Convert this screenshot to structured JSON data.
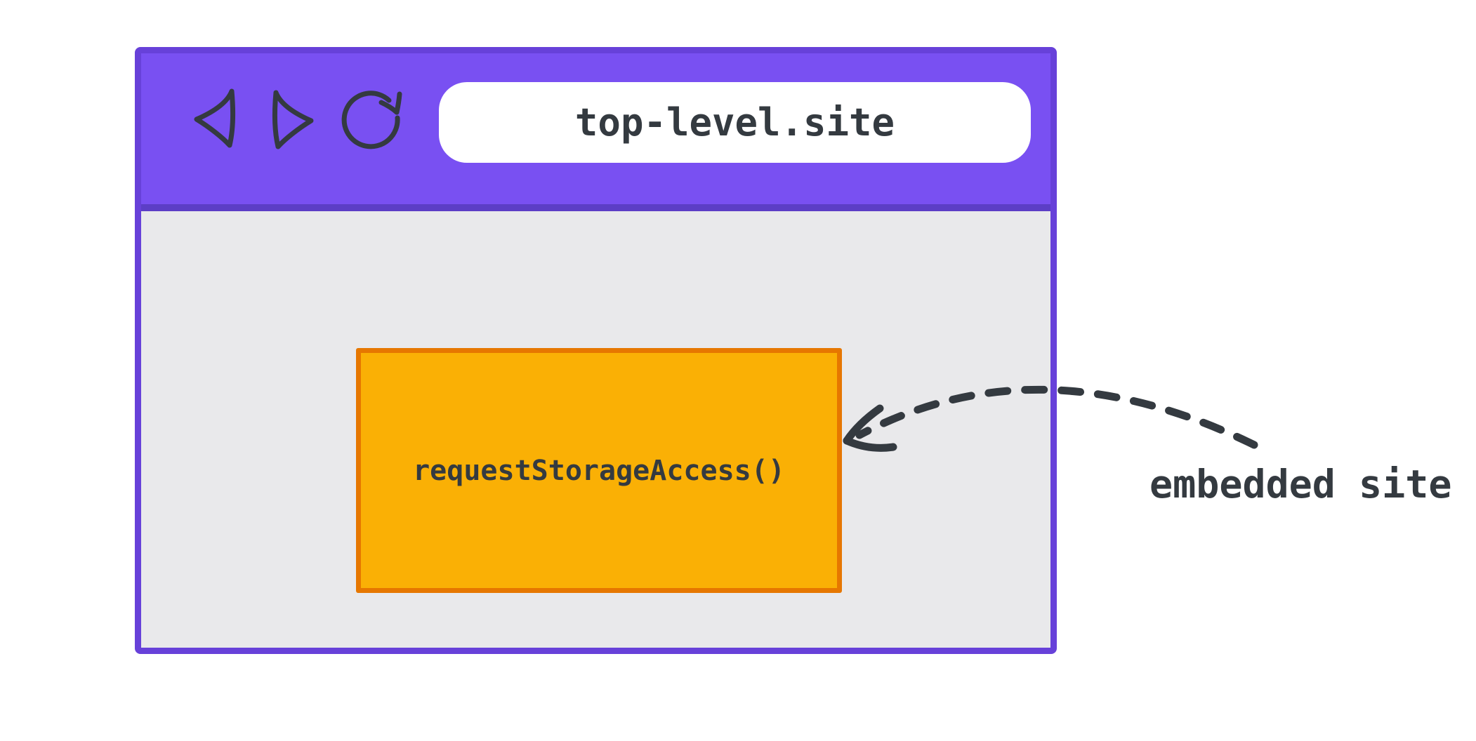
{
  "browser_window": {
    "toolbar": {
      "icons": [
        {
          "name": "back-icon"
        },
        {
          "name": "forward-icon"
        },
        {
          "name": "reload-icon"
        }
      ],
      "address_bar": {
        "value": "top-level.site"
      }
    },
    "embedded_frame": {
      "label": "requestStorageAccess()"
    }
  },
  "annotation": {
    "label": "embedded site",
    "arrow": "dashed-curved-arrow"
  },
  "colors": {
    "toolbar_purple": "#7950F2",
    "border_purple": "#6741D9",
    "divider_purple": "#5C3EC6",
    "content_gray": "#E9E9EB",
    "frame_orange": "#FAB005",
    "frame_border_orange": "#E67700",
    "ink": "#343A40",
    "address_bar_white": "#FFFFFF"
  }
}
